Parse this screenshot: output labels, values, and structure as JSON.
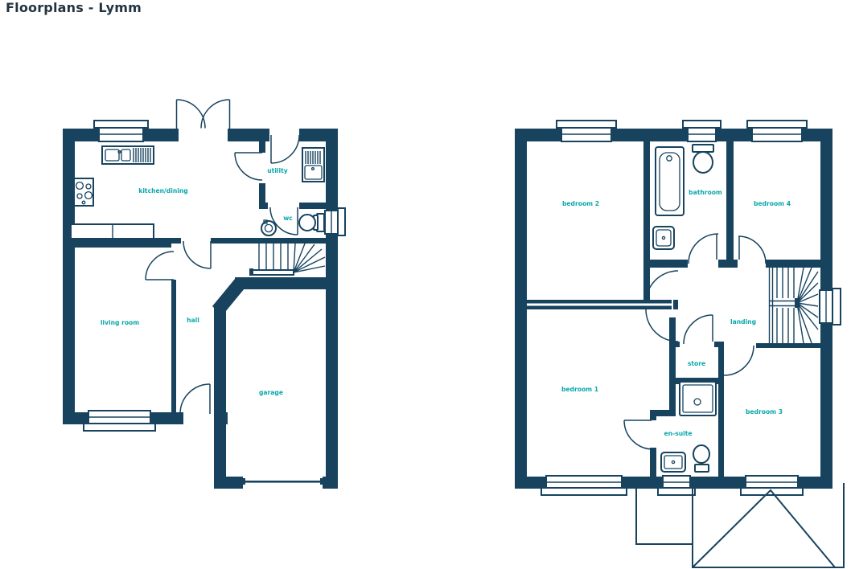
{
  "title": "Floorplans - Lymm",
  "colors": {
    "wall": "#17435f",
    "room_label": "#0aa7ab",
    "title_text": "#223440",
    "background": "#ffffff"
  },
  "ground_floor": {
    "rooms": [
      {
        "label": "kitchen/dining"
      },
      {
        "label": "utility"
      },
      {
        "label": "wc"
      },
      {
        "label": "living room"
      },
      {
        "label": "hall"
      },
      {
        "label": "garage"
      }
    ]
  },
  "first_floor": {
    "rooms": [
      {
        "label": "bedroom 2"
      },
      {
        "label": "bathroom"
      },
      {
        "label": "bedroom 4"
      },
      {
        "label": "landing"
      },
      {
        "label": "store"
      },
      {
        "label": "bedroom 1"
      },
      {
        "label": "en-suite"
      },
      {
        "label": "bedroom 3"
      }
    ]
  }
}
